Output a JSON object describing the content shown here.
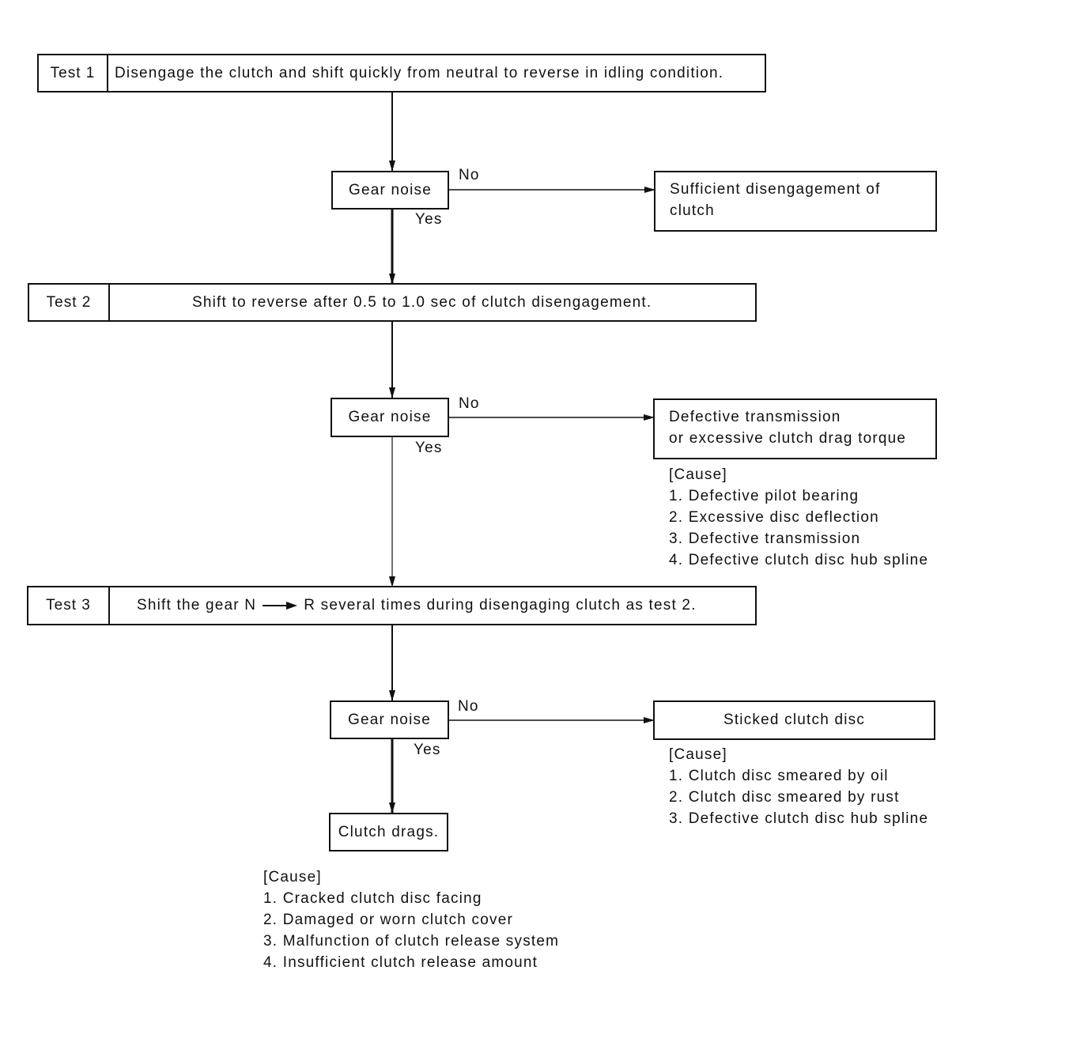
{
  "tests": [
    {
      "label": "Test 1",
      "text": "Disengage the clutch and shift quickly from neutral to reverse in idling condition."
    },
    {
      "label": "Test 2",
      "text": "Shift to reverse after 0.5 to 1.0 sec of clutch disengagement."
    },
    {
      "label": "Test 3",
      "text_before": "Shift the gear N",
      "text_after": "R several times during disengaging clutch as test 2."
    }
  ],
  "decisions": [
    {
      "label": "Gear noise",
      "no": "No",
      "yes": "Yes"
    },
    {
      "label": "Gear noise",
      "no": "No",
      "yes": "Yes"
    },
    {
      "label": "Gear noise",
      "no": "No",
      "yes": "Yes"
    }
  ],
  "results": {
    "r1": {
      "lines": [
        "Sufficient disengagement of",
        "clutch"
      ]
    },
    "r2": {
      "lines": [
        "Defective transmission",
        "or excessive clutch drag torque"
      ]
    },
    "r3": {
      "lines": [
        "Sticked clutch disc"
      ]
    },
    "r4": {
      "lines": [
        "Clutch drags."
      ]
    }
  },
  "causes": {
    "c2": {
      "header": "[Cause]",
      "items": [
        "1. Defective pilot bearing",
        "2. Excessive disc deflection",
        "3. Defective transmission",
        "4. Defective clutch disc hub spline"
      ]
    },
    "c3": {
      "header": "[Cause]",
      "items": [
        "1. Clutch disc smeared by oil",
        "2. Clutch disc smeared by rust",
        "3. Defective clutch disc hub spline"
      ]
    },
    "c4": {
      "header": "[Cause]",
      "items": [
        "1. Cracked clutch disc facing",
        "2. Damaged or worn clutch cover",
        "3. Malfunction of clutch release system",
        "4. Insufficient clutch release amount"
      ]
    }
  }
}
